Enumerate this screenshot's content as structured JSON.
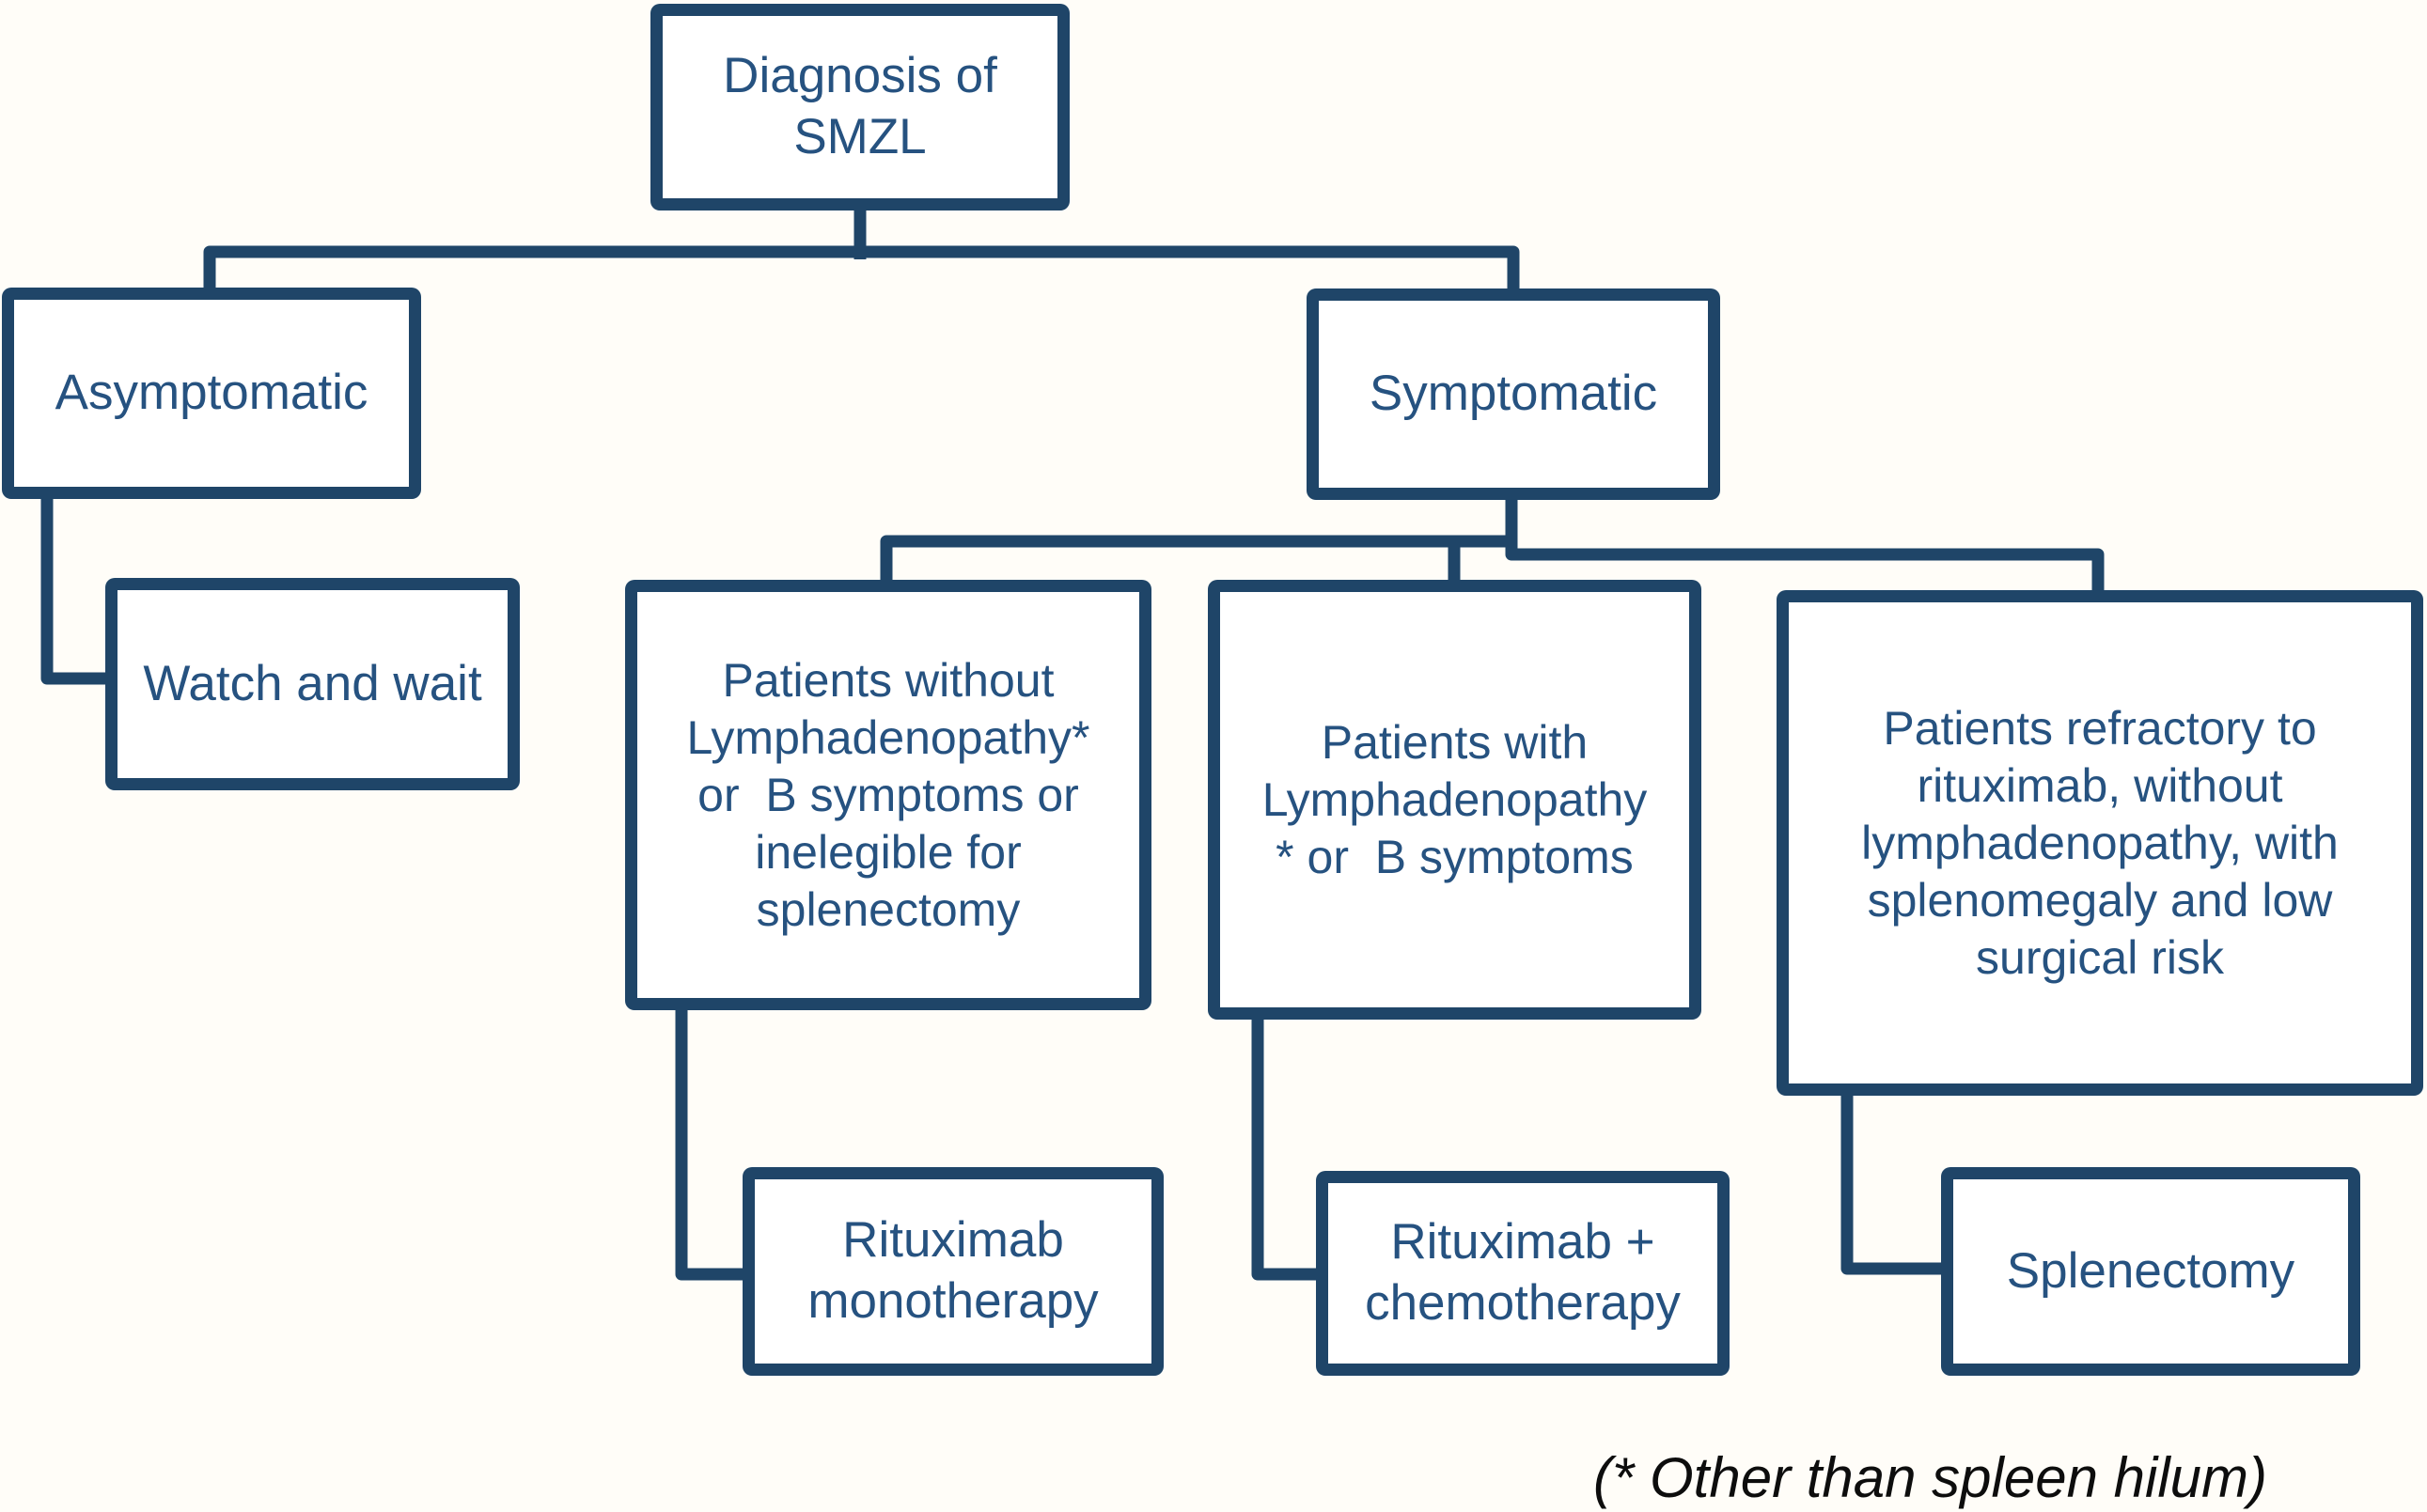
{
  "colors": {
    "accent": "#1f4568",
    "node_text": "#265280",
    "node_fill": "#ffffff",
    "background": "#fffdf8",
    "footnote_text": "#0d0d0d"
  },
  "nodes": {
    "diagnosis": {
      "label": "Diagnosis of\nSMZL"
    },
    "asymptomatic": {
      "label": "Asymptomatic"
    },
    "symptomatic": {
      "label": "Symptomatic"
    },
    "watch_wait": {
      "label": "Watch and wait"
    },
    "without_lymphadenopathy": {
      "label": "Patients without\nLymphadenopathy*\nor  B symptoms or\ninelegible for\nsplenectomy"
    },
    "with_lymphadenopathy": {
      "label": "Patients with\nLymphadenopathy\n* or  B symptoms"
    },
    "refractory": {
      "label": "Patients refractory to\nrituximab, without\nlymphadenopathy, with\nsplenomegaly and low\nsurgical risk"
    },
    "rituximab_monotherapy": {
      "label": "Rituximab\nmonotherapy"
    },
    "rituximab_chemotherapy": {
      "label": "Rituximab +\nchemotherapy"
    },
    "splenectomy": {
      "label": "Splenectomy"
    }
  },
  "footnote": {
    "text": "(* Other than spleen hilum)"
  }
}
